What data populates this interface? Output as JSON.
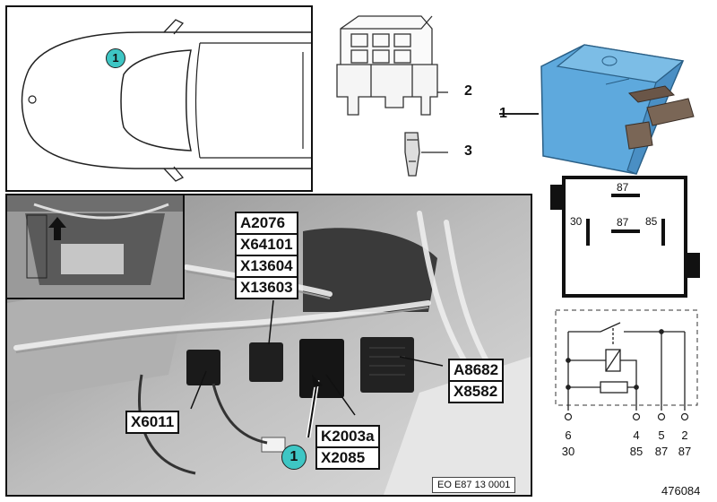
{
  "callouts": {
    "relay": "1",
    "bracket": "2",
    "pin": "3"
  },
  "location_badge": "1",
  "photo_badge": "1",
  "photo_labels": {
    "group_top": [
      "A2076",
      "X64101",
      "X13604",
      "X13603"
    ],
    "x6011": "X6011",
    "group_right": [
      "A8682",
      "X8582"
    ],
    "group_bottom": [
      "K2003a",
      "X2085"
    ]
  },
  "photo_caption": "EO E87 13 0001",
  "relay_face_pins": {
    "top": "87",
    "middle": "87",
    "left": "30",
    "right": "85"
  },
  "schematic_pins": [
    {
      "num": "6",
      "term": "30"
    },
    {
      "num": "4",
      "term": "85"
    },
    {
      "num": "5",
      "term": "87"
    },
    {
      "num": "2",
      "term": "87"
    }
  ],
  "reference_number": "476084",
  "colors": {
    "badge": "#3ec6c4",
    "relay_body": "#5ea9dd",
    "outline": "#111111"
  }
}
